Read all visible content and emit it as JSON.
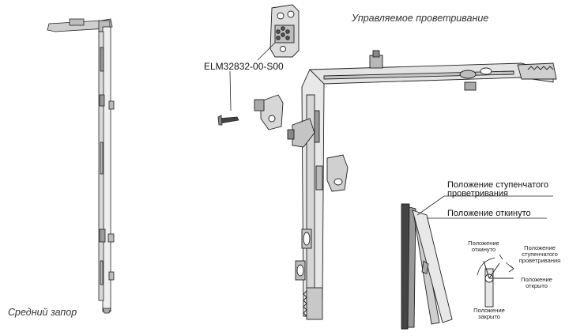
{
  "labels": {
    "controlled_ventilation": "Управляемое проветривание",
    "middle_lock": "Средний запор",
    "part_number": "ELM32832-00-S00",
    "step_position": "Положение ступенчатого проветривания",
    "tilt_position": "Положение откинуто"
  },
  "dial": {
    "tilted": "Положение откинуто",
    "step": "Положение ступенчатого проветривания",
    "open": "Положение открыто",
    "closed": "Положение закрыто"
  },
  "colors": {
    "line": "#222222",
    "metal": "#d9d9d9",
    "dark_metal": "#8a8a8a"
  }
}
